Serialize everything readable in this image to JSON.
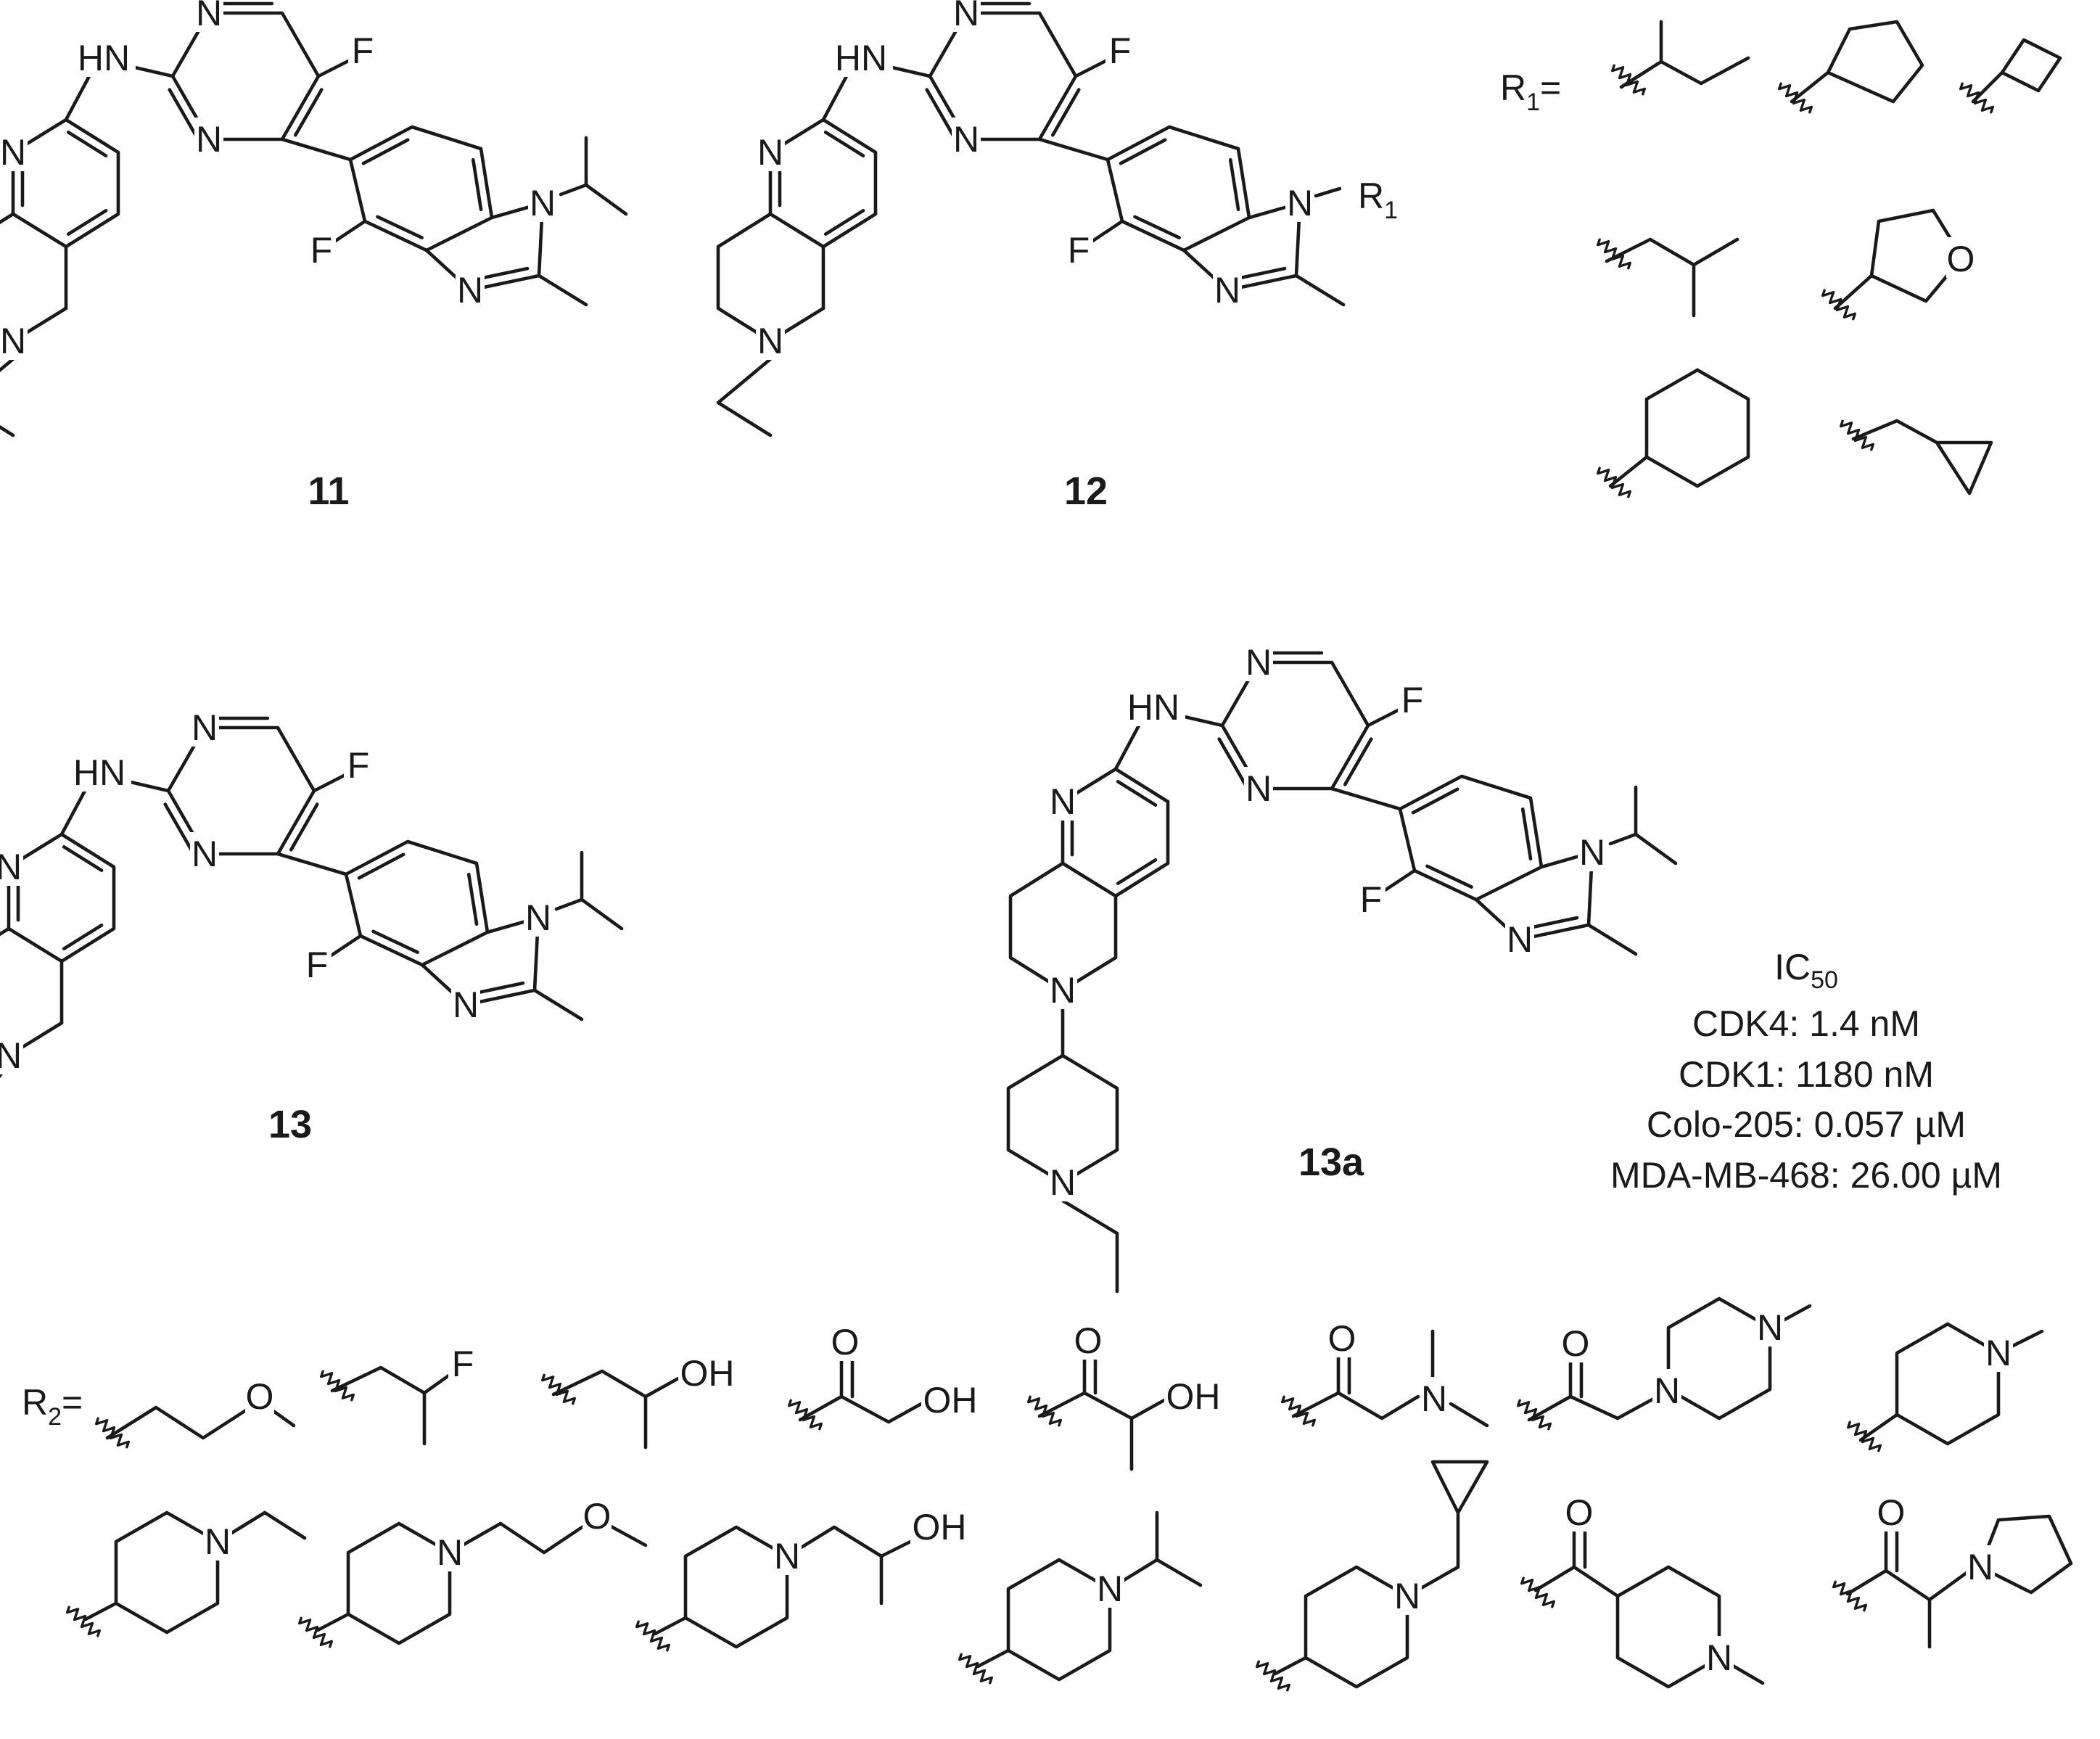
{
  "compounds": [
    {
      "id": "c11",
      "label": "11"
    },
    {
      "id": "c12",
      "label": "12"
    },
    {
      "id": "c13",
      "label": "13"
    },
    {
      "id": "c13a",
      "label": "13a"
    }
  ],
  "r1": {
    "label": "R",
    "sub": "1",
    "eq": "="
  },
  "r2": {
    "label": "R",
    "sub": "2",
    "eq": "="
  },
  "ic50": {
    "title": "IC",
    "title_sub": "50",
    "lines": [
      "CDK4: 1.4 nM",
      "CDK1: 1180 nM",
      "Colo-205: 0.057 µM",
      "MDA-MB-468: 26.00 µM"
    ]
  },
  "atoms": {
    "N": "N",
    "F": "F",
    "HN": "HN",
    "O": "O",
    "OH": "OH",
    "R1": "R",
    "R1_sub": "1",
    "R2": "R",
    "R2_sub": "2"
  }
}
